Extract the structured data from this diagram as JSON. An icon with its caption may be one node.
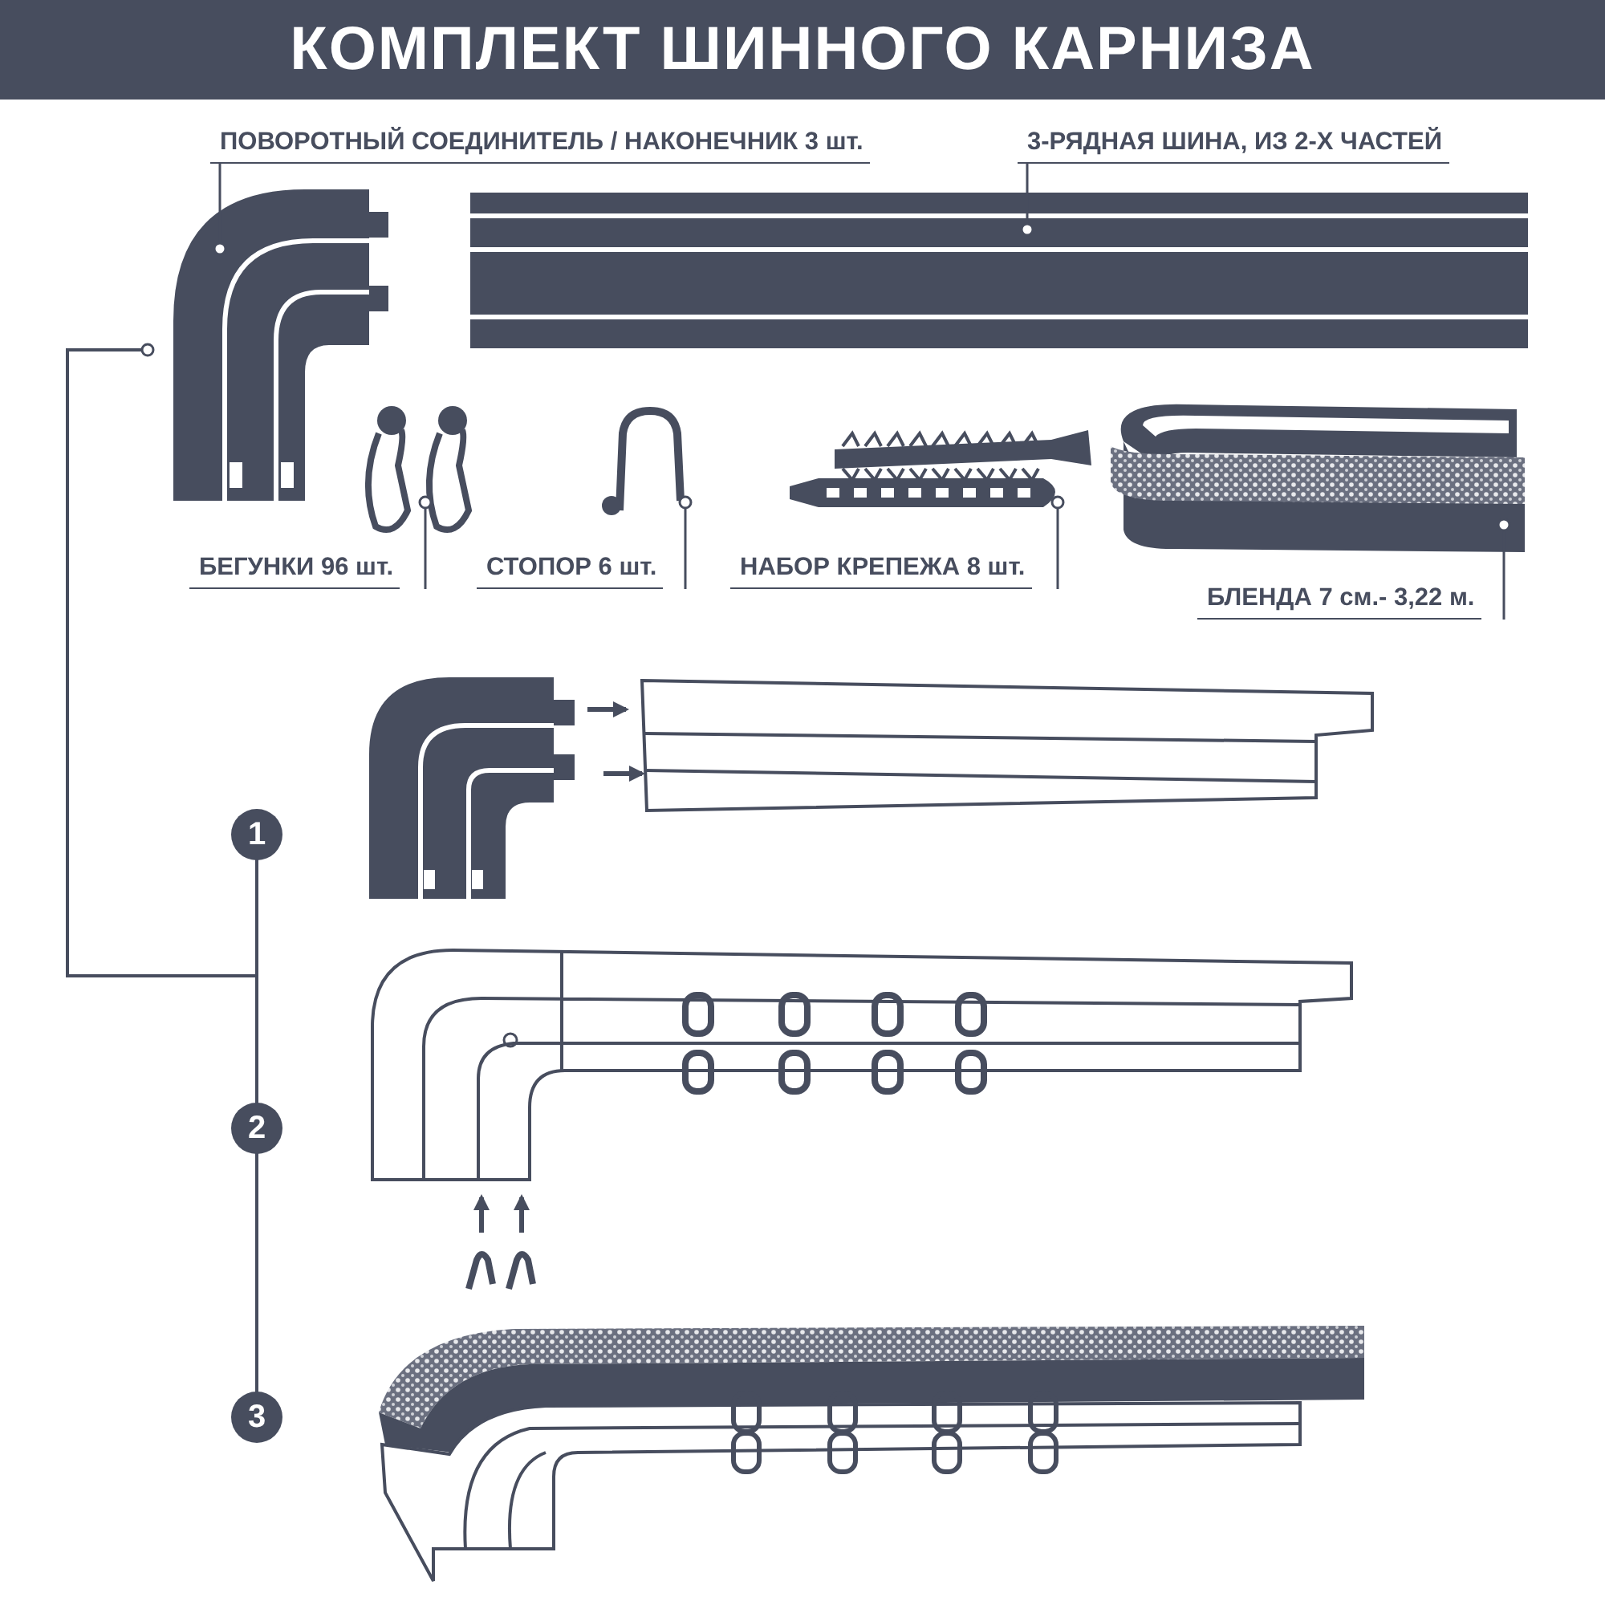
{
  "diagram": {
    "title": "КОМПЛЕКТ ШИННОГО КАРНИЗА",
    "nodes": [
      {
        "text": [
          "ПОВОРОТНЫЙ СОЕДИНИТЕЛЬ / НАКОНЕЧНИК 3 шт."
        ]
      },
      {
        "text": [],
        "shape": "picture"
      },
      {
        "text": [
          "3-РЯДНАЯ ШИНА, ИЗ 2-Х ЧАСТЕЙ"
        ]
      },
      {
        "text": [],
        "shape": "picture"
      },
      {
        "text": [
          "БЕГУНКИ 96 шт."
        ]
      },
      {
        "text": [],
        "shape": "picture"
      },
      {
        "text": [
          "СТОПОР 6 шт."
        ]
      },
      {
        "text": [],
        "shape": "picture"
      },
      {
        "text": [
          "НАБОР КРЕПЕЖА 8 шт."
        ]
      },
      {
        "text": [],
        "shape": "picture"
      },
      {
        "text": [
          "БЛЕНДА 7 см.- 3,22 м."
        ]
      },
      {
        "text": [],
        "shape": "picture"
      }
    ],
    "edges": [
      {
        "from": 0,
        "to": 1,
        "arrow": "other"
      },
      {
        "from": 2,
        "to": 3,
        "arrow": "other"
      },
      {
        "from": 4,
        "to": 5,
        "arrow": "other"
      },
      {
        "from": 6,
        "to": 7,
        "arrow": "other"
      },
      {
        "from": 8,
        "to": 9,
        "arrow": "other"
      },
      {
        "from": 10,
        "to": 11,
        "arrow": "other"
      }
    ],
    "labels": [
      "1",
      "2",
      "3"
    ]
  }
}
